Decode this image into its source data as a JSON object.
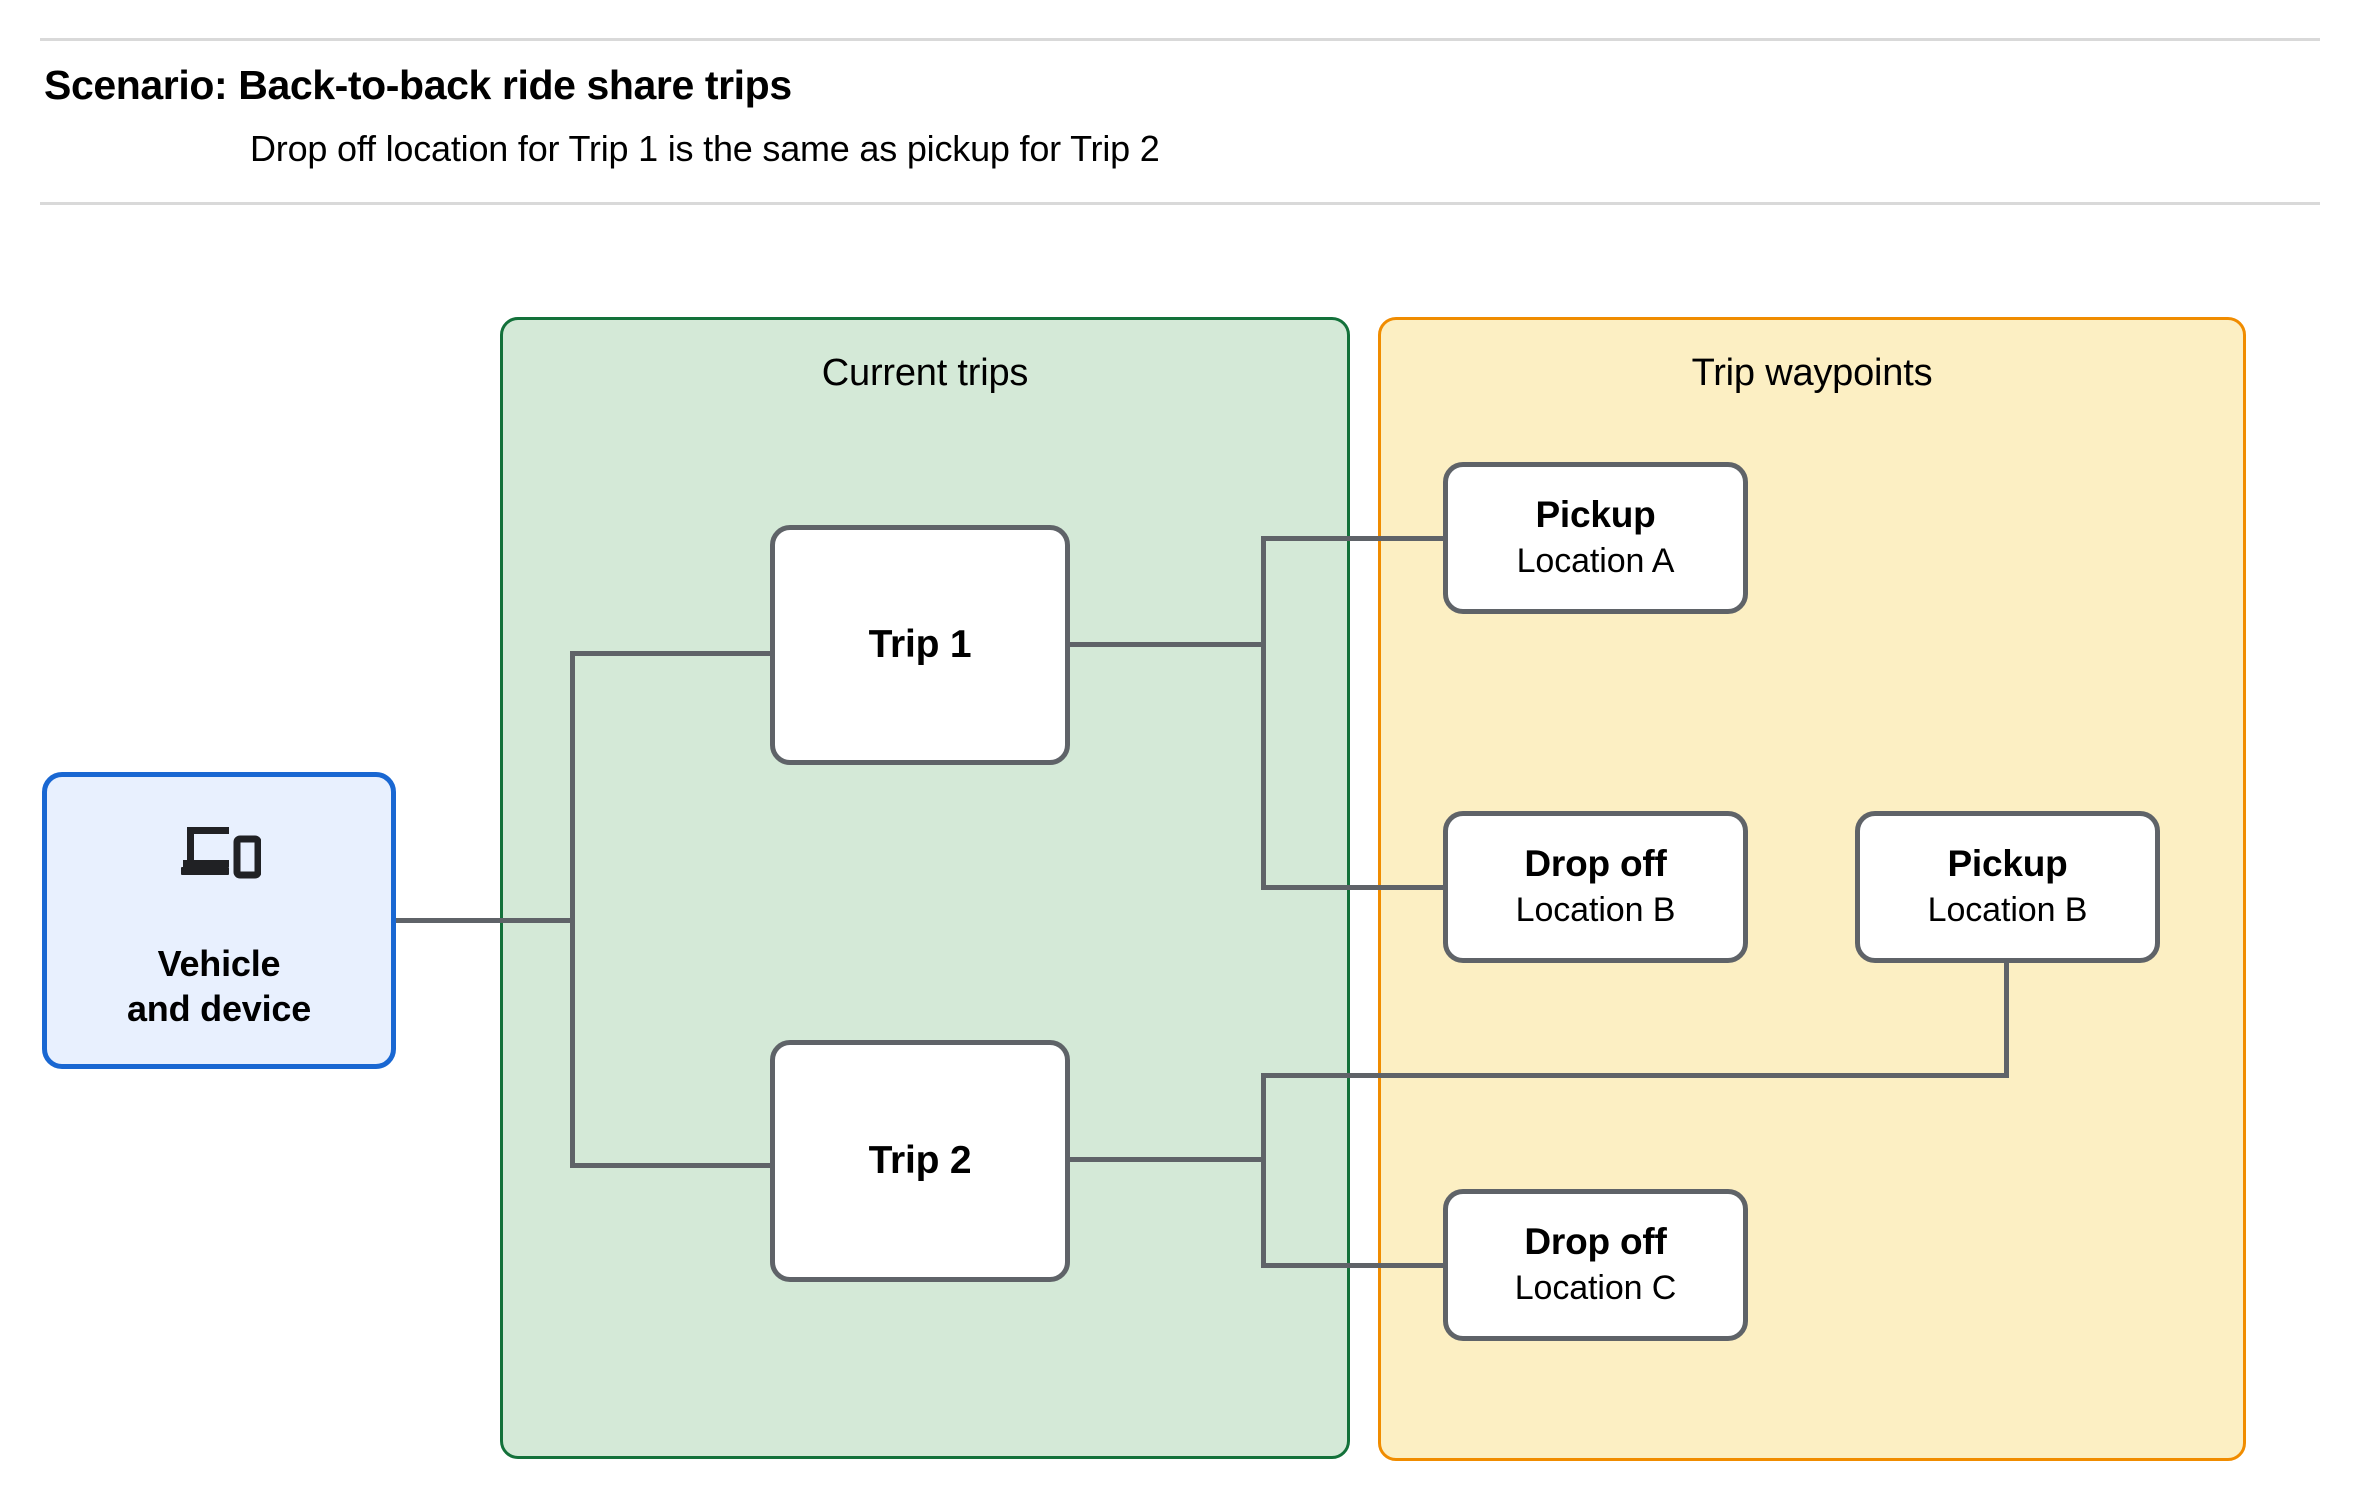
{
  "header": {
    "title": "Scenario: Back-to-back ride share trips",
    "subtitle": "Drop off  location for Trip 1 is the same as pickup for Trip 2"
  },
  "panels": {
    "current_trips": {
      "title": "Current trips",
      "bg": "#d4e9d7",
      "border": "#13713a"
    },
    "trip_waypoints": {
      "title": "Trip waypoints",
      "bg": "#fcefc3",
      "border": "#f08c00"
    }
  },
  "vehicle": {
    "label": "Vehicle\nand device",
    "icon": "devices-icon",
    "bg": "#e8f0fe",
    "border": "#1967d2"
  },
  "trips": [
    {
      "name": "trip-1",
      "label": "Trip 1"
    },
    {
      "name": "trip-2",
      "label": "Trip 2"
    }
  ],
  "waypoints": [
    {
      "name": "pickup-a",
      "title": "Pickup",
      "location": "Location A"
    },
    {
      "name": "dropoff-b",
      "title": "Drop off",
      "location": "Location B"
    },
    {
      "name": "pickup-b",
      "title": "Pickup",
      "location": "Location B"
    },
    {
      "name": "dropoff-c",
      "title": "Drop off",
      "location": "Location C"
    }
  ],
  "connector_color": "#5f6368",
  "edges": [
    {
      "from": "vehicle",
      "to": "trip-1"
    },
    {
      "from": "vehicle",
      "to": "trip-2"
    },
    {
      "from": "trip-1",
      "to": "pickup-a"
    },
    {
      "from": "trip-1",
      "to": "dropoff-b"
    },
    {
      "from": "trip-2",
      "to": "pickup-b"
    },
    {
      "from": "trip-2",
      "to": "dropoff-c"
    }
  ]
}
